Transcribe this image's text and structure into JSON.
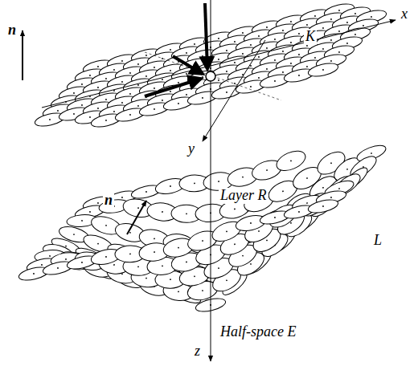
{
  "diagram": {
    "labels": [
      "n",
      "K",
      "x",
      "y",
      "Layer R",
      "n",
      "L",
      "Half-space E",
      "z"
    ]
  }
}
